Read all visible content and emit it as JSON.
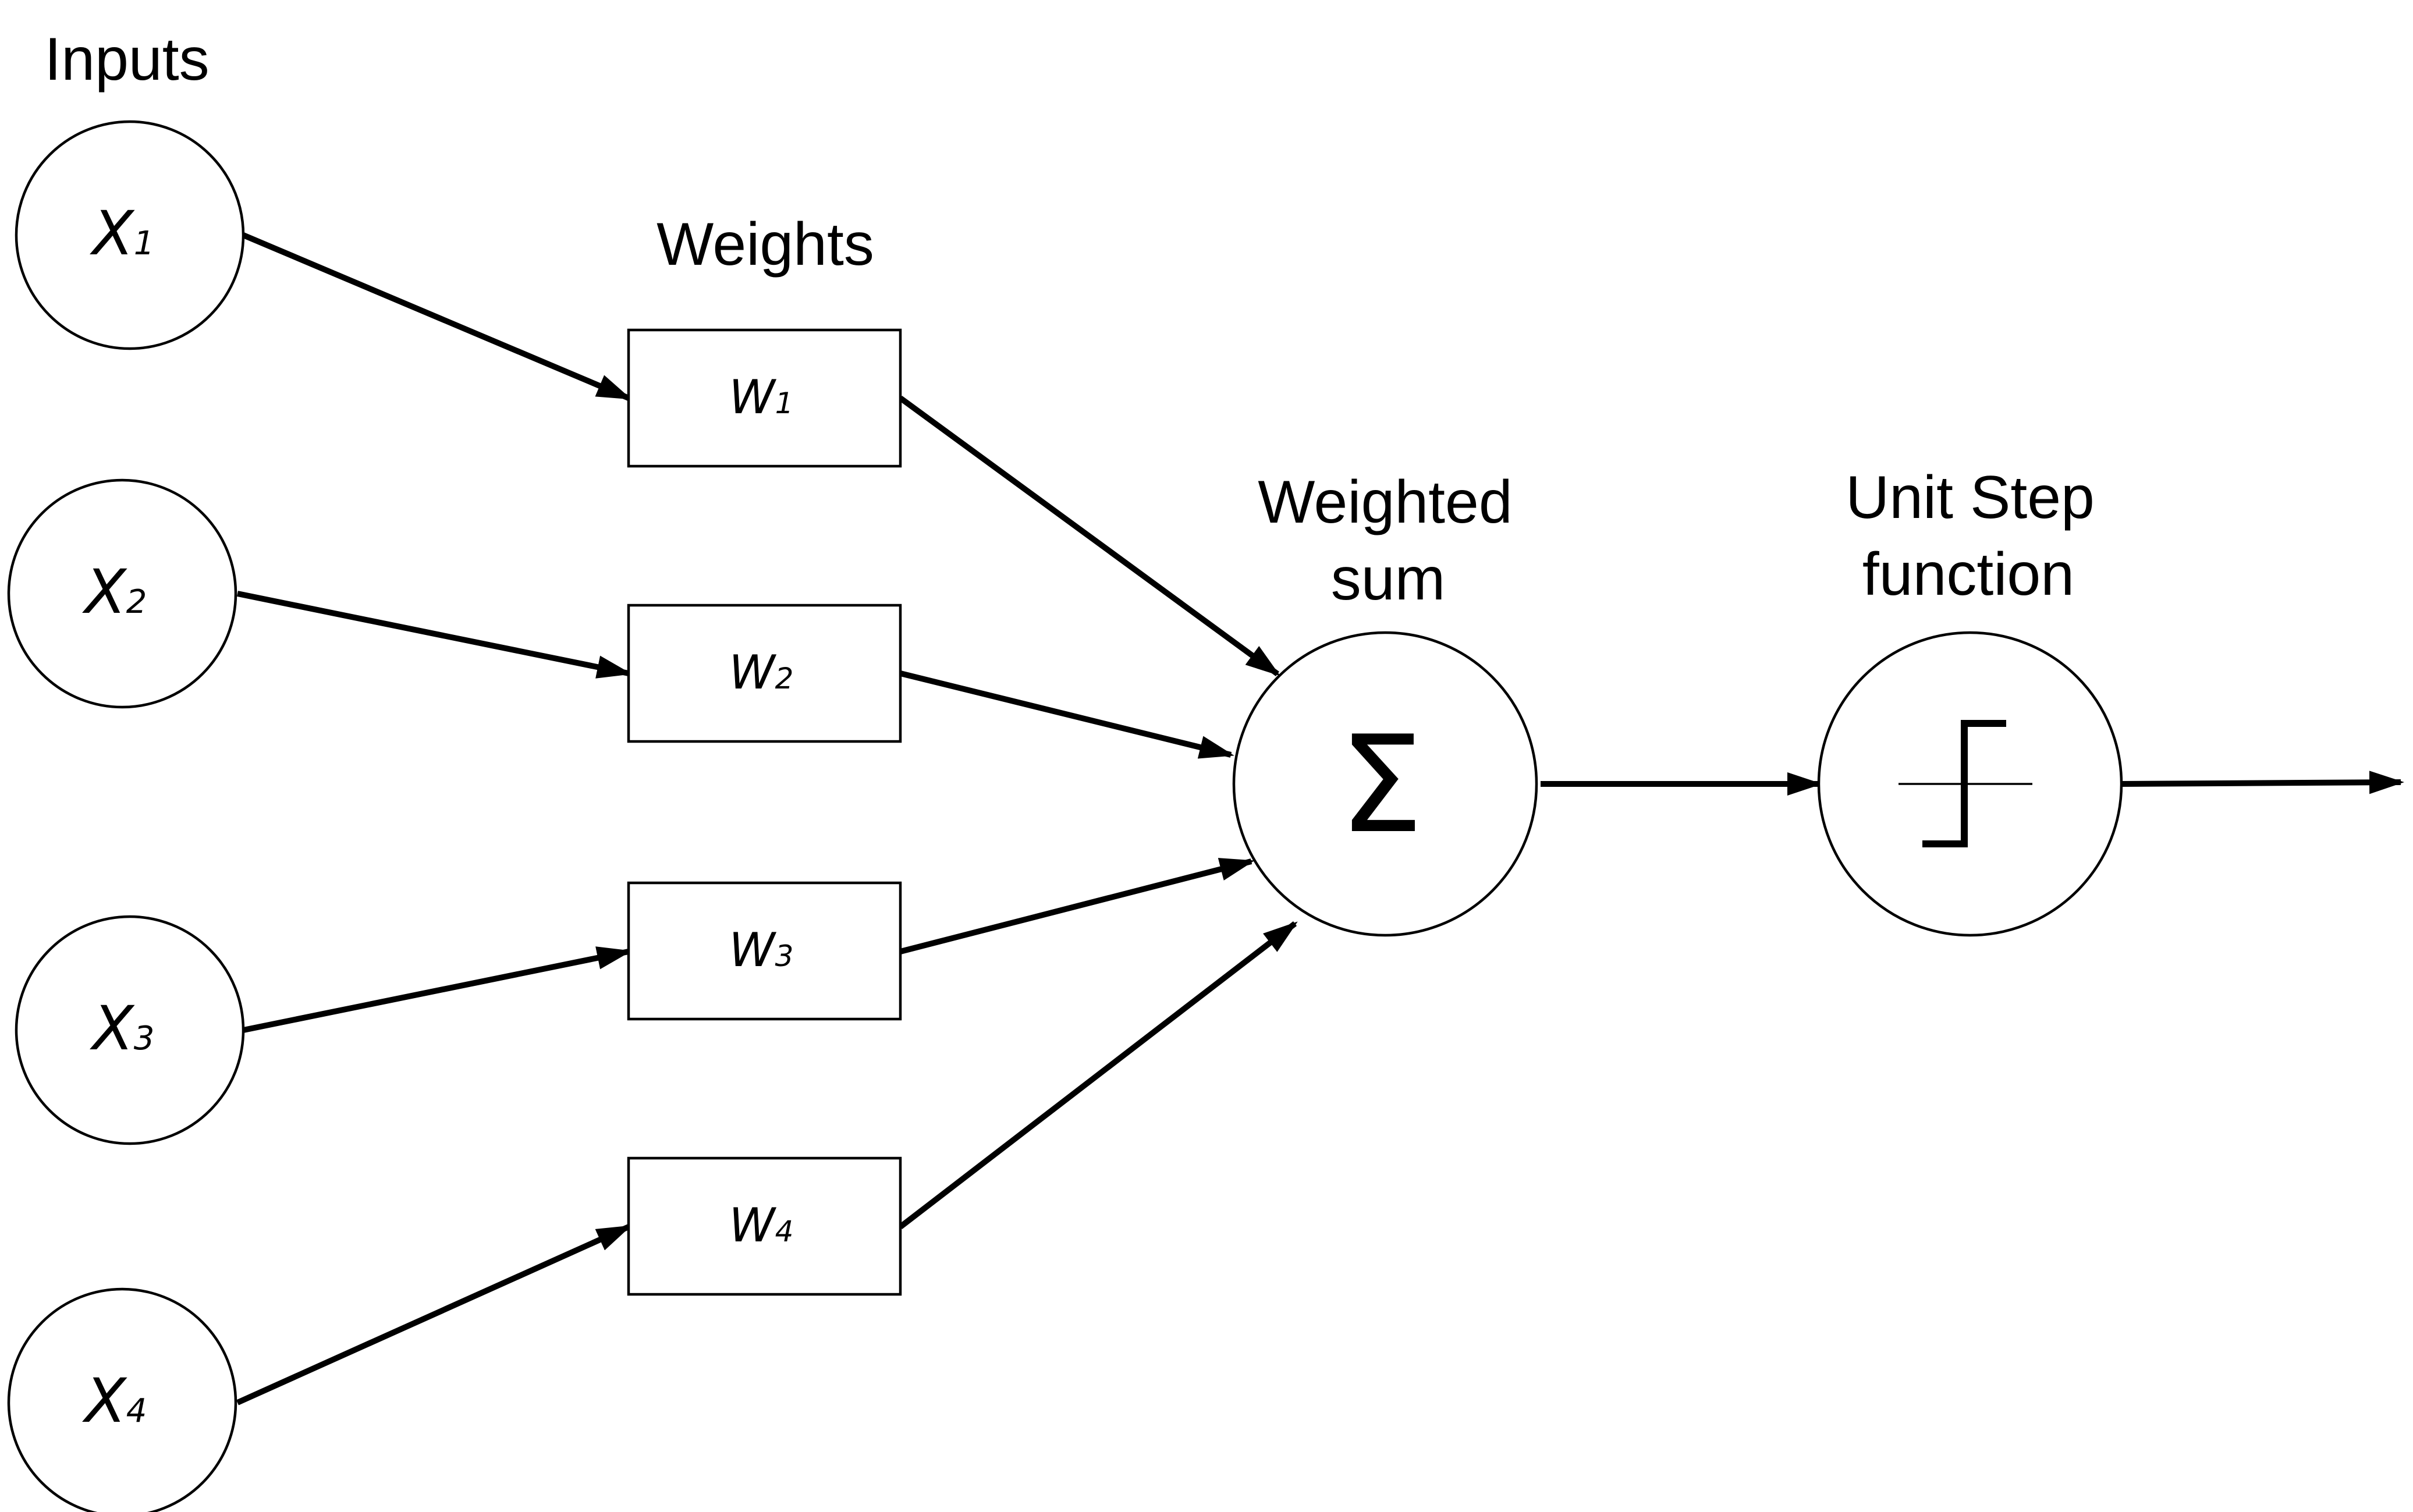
{
  "titles": {
    "inputs": "Inputs",
    "weights": "Weights",
    "weighted_sum_line1": "Weighted",
    "weighted_sum_line2": "sum",
    "step_line1": "Unit Step",
    "step_line2": "function"
  },
  "inputs": [
    {
      "letter": "X",
      "sub": "1"
    },
    {
      "letter": "X",
      "sub": "2"
    },
    {
      "letter": "X",
      "sub": "3"
    },
    {
      "letter": "X",
      "sub": "4"
    }
  ],
  "weights": [
    {
      "letter": "W",
      "sub": "1"
    },
    {
      "letter": "W",
      "sub": "2"
    },
    {
      "letter": "W",
      "sub": "3"
    },
    {
      "letter": "W",
      "sub": "4"
    }
  ],
  "sum_symbol": "Σ",
  "step_icon": "unit-step-icon",
  "colors": {
    "stroke": "#000000",
    "background": "#ffffff"
  }
}
